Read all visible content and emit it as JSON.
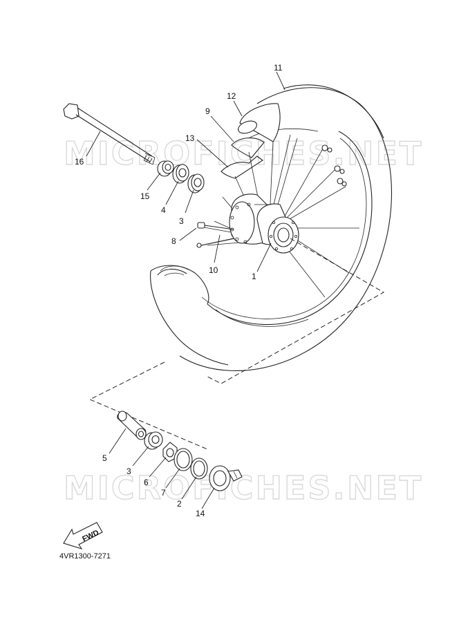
{
  "watermark": "MICROFICHES.NET",
  "diagram_code": "4VR1300-7271",
  "fwd_label": "FWD",
  "callouts": [
    {
      "id": "c11",
      "text": "11"
    },
    {
      "id": "c12",
      "text": "12"
    },
    {
      "id": "c9",
      "text": "9"
    },
    {
      "id": "c13",
      "text": "13"
    },
    {
      "id": "c16",
      "text": "16"
    },
    {
      "id": "c15",
      "text": "15"
    },
    {
      "id": "c4",
      "text": "4"
    },
    {
      "id": "c3a",
      "text": "3"
    },
    {
      "id": "c8",
      "text": "8"
    },
    {
      "id": "c10",
      "text": "10"
    },
    {
      "id": "c1",
      "text": "1"
    },
    {
      "id": "c5",
      "text": "5"
    },
    {
      "id": "c3b",
      "text": "3"
    },
    {
      "id": "c6",
      "text": "6"
    },
    {
      "id": "c7",
      "text": "7"
    },
    {
      "id": "c2",
      "text": "2"
    },
    {
      "id": "c14",
      "text": "14"
    }
  ]
}
